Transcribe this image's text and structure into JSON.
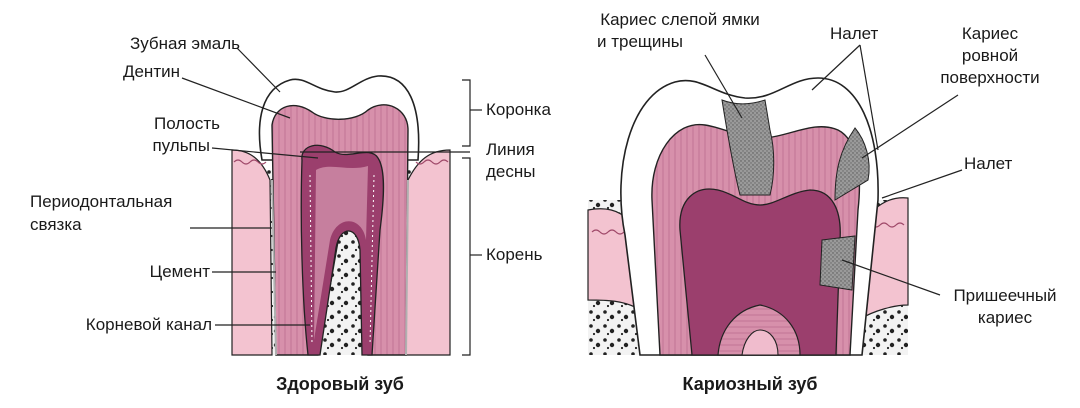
{
  "colors": {
    "enamel": "#ffffff",
    "dentin": "#d38aa6",
    "dentin_stripe": "#c06f91",
    "pulp": "#9b3f6d",
    "pulp_inner": "#e9b5c7",
    "gum": "#f4c6d2",
    "gum_line": "#a04a6a",
    "bone": "#f4f4f4",
    "bone_dots": "#222222",
    "caries": "#8c8c8c",
    "outline": "#222222"
  },
  "healthy": {
    "caption": "Здоровый зуб",
    "labels": {
      "enamel": "Зубная эмаль",
      "dentin": "Дентин",
      "pulp_1": "Полость",
      "pulp_2": "пульпы",
      "ligament_1": "Периодонтальная",
      "ligament_2": "связка",
      "cement": "Цемент",
      "canal": "Корневой канал",
      "crown": "Коронка",
      "gumline_1": "Линия",
      "gumline_2": "десны",
      "root": "Корень"
    }
  },
  "carious": {
    "caption": "Кариозный зуб",
    "labels": {
      "pit_1": "Кариес слепой ямки",
      "pit_2": "и трещины",
      "plaque_top": "Налет",
      "smooth_1": "Кариес",
      "smooth_2": "ровной",
      "smooth_3": "поверхности",
      "plaque_side": "Налет",
      "cervical_1": "Пришеечный",
      "cervical_2": "кариес"
    }
  }
}
